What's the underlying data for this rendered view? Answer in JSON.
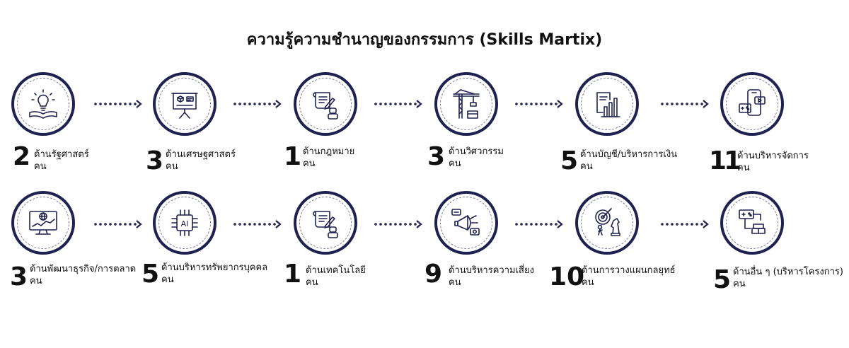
{
  "title": "ความรู้ความชำนาญของกรรมการ (Skills Martix)",
  "colors": {
    "ring": "#1f2150",
    "dots": "#1f2150",
    "text": "#111111"
  },
  "row1": [
    {
      "icon": "lightbulb-book-icon",
      "count": "2",
      "label": "ด้านรัฐศาสตร์",
      "unit": "คน"
    },
    {
      "icon": "presentation-board-icon",
      "count": "3",
      "label": "ด้านเศรษฐศาสตร์",
      "unit": "คน"
    },
    {
      "icon": "legal-document-icon",
      "count": "1",
      "label": "ด้านกฎหมาย",
      "unit": "คน"
    },
    {
      "icon": "construction-crane-icon",
      "count": "3",
      "label": "ด้านวิศวกรรม",
      "unit": "คน"
    },
    {
      "icon": "financial-chart-icon",
      "count": "5",
      "label": "ด้านบัญชี/บริหารการเงิน",
      "unit": "คน"
    },
    {
      "icon": "mobile-management-icon",
      "count": "11",
      "label": "ด้านบริหารจัดการ",
      "unit": "คน"
    }
  ],
  "row2": [
    {
      "icon": "global-analytics-monitor-icon",
      "count": "3",
      "label": "ด้านพัฒนาธุรกิจ/การตลาด",
      "unit": "คน"
    },
    {
      "icon": "ai-chip-icon",
      "count": "5",
      "label": "ด้านบริหารทรัพยากรบุคคล",
      "unit": "คน"
    },
    {
      "icon": "technology-document-icon",
      "count": "1",
      "label": "ด้านเทคโนโลยี",
      "unit": "คน"
    },
    {
      "icon": "megaphone-risk-icon",
      "count": "9",
      "label": "ด้านบริหารความเสี่ยง",
      "unit": "คน"
    },
    {
      "icon": "strategy-target-chess-icon",
      "count": "10",
      "label": "ด้านการวางแผนกลยุทธ์",
      "unit": "คน"
    },
    {
      "icon": "project-flow-icon",
      "count": "5",
      "label": "ด้านอื่น ๆ (บริหารโครงการ)",
      "unit": "คน"
    }
  ]
}
